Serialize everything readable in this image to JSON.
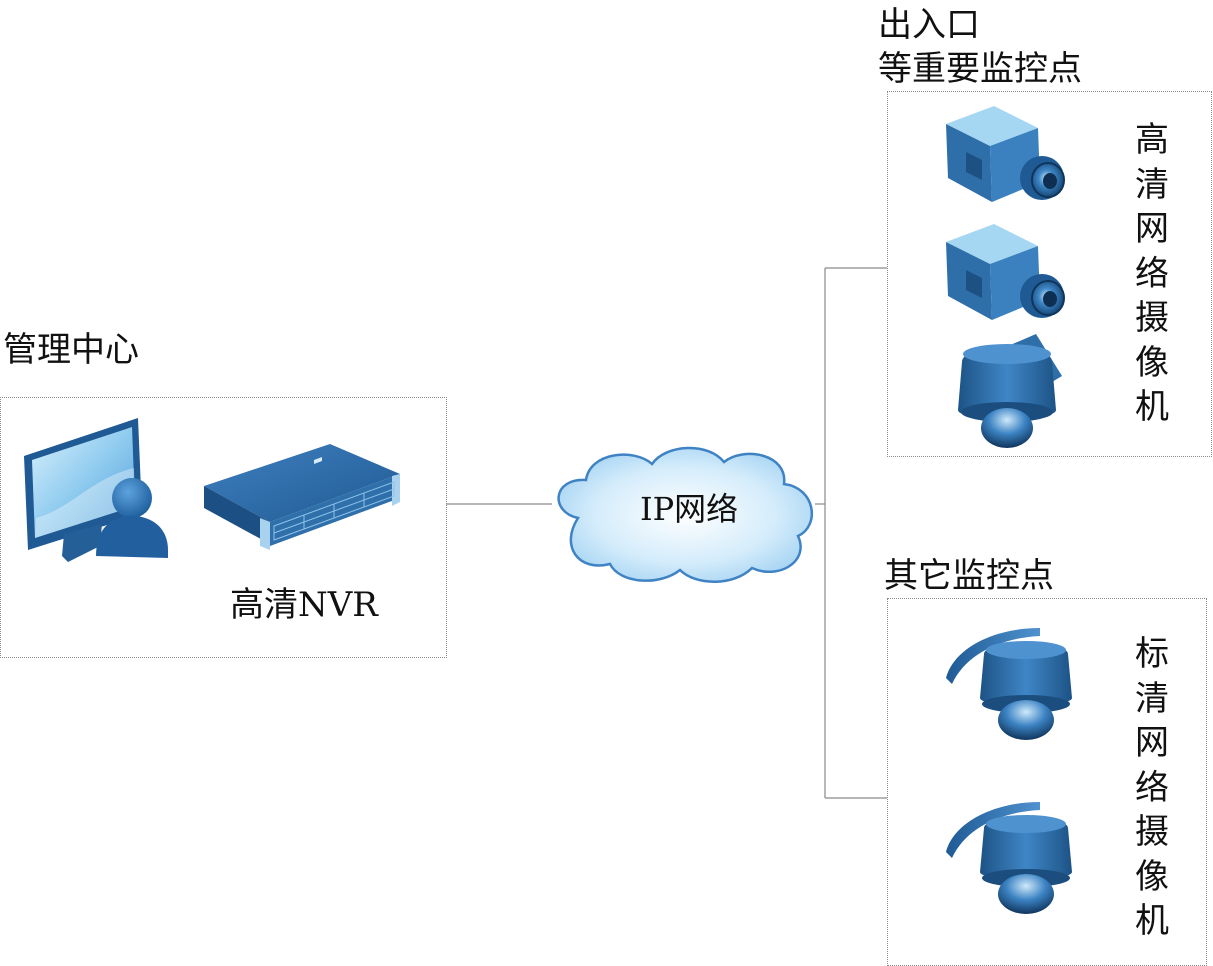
{
  "management_center": {
    "title": "管理中心",
    "nvr_label": "高清NVR"
  },
  "network": {
    "label": "IP网络"
  },
  "important_points": {
    "title_line1": "出入口",
    "title_line2": "等重要监控点",
    "camera_label": "高清网络摄像机"
  },
  "other_points": {
    "title": "其它监控点",
    "camera_label": "标清网络摄像机"
  },
  "icons": {
    "monitor": "workstation-user-icon",
    "nvr": "nvr-rack-icon",
    "cloud": "network-cloud-icon",
    "box_camera": "box-camera-icon",
    "dome_camera": "speed-dome-camera-icon"
  },
  "colors": {
    "device_blue": "#2f6faa",
    "device_dark": "#1f4f80",
    "device_light": "#9fd0ee",
    "cloud_fill": "#d4ecfb",
    "cloud_stroke": "#3f83c4",
    "line": "#8a8a8a"
  }
}
